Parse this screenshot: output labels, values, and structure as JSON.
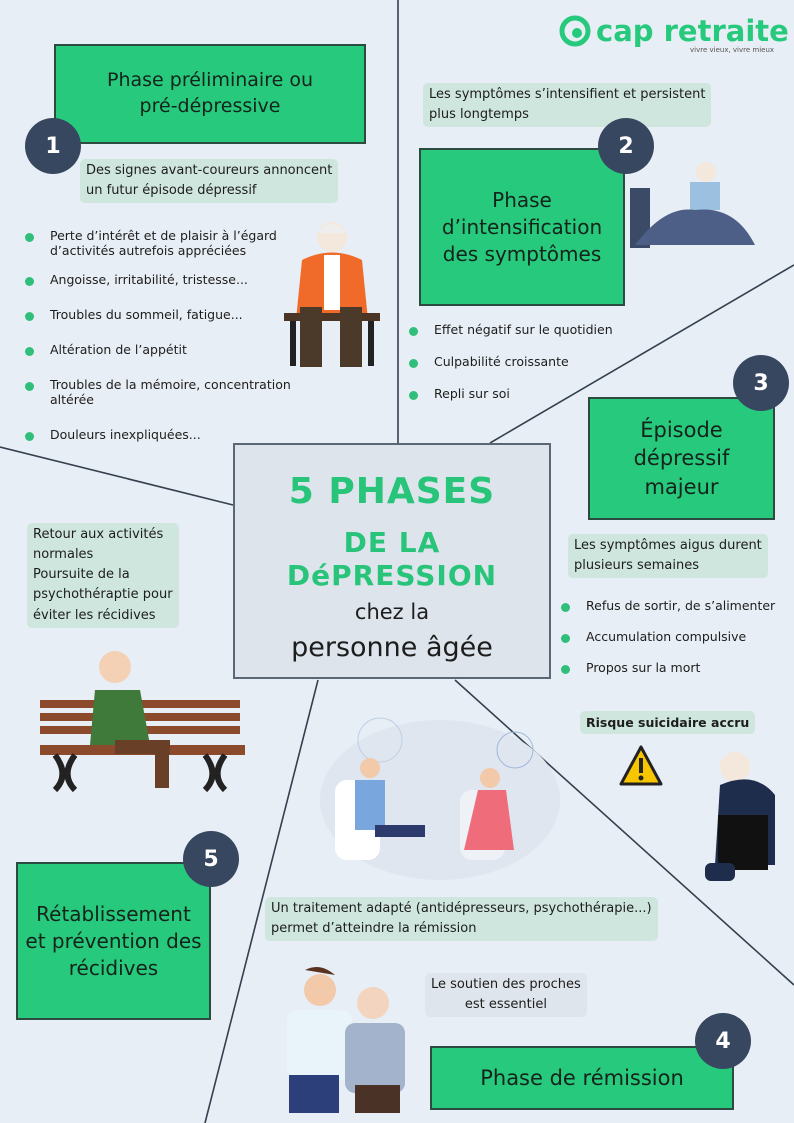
{
  "brand": {
    "name": "cap retraite",
    "tagline": "vivre vieux, vivre mieux",
    "color": "#27c97c"
  },
  "colors": {
    "background": "#e8eef5",
    "phase_box": "#27c97c",
    "number_badge": "#384760",
    "note": "#cfe6df"
  },
  "center": {
    "line1": "5 PHASES",
    "line2": "DE LA DéPRESSION",
    "line3": "chez la",
    "line4": "personne âgée"
  },
  "phase1": {
    "number": "1",
    "title": "Phase préliminaire ou pré-dépressive",
    "note": [
      "Des signes avant-coureurs annoncent",
      "un futur épisode dépressif"
    ],
    "bullets": [
      "Perte d’intérêt et de plaisir à l’égard d’activités autrefois appréciées",
      "Angoisse, irritabilité, tristesse...",
      "Troubles du sommeil, fatigue...",
      "Altération de l’appétit",
      "Troubles de la mémoire, concentration altérée",
      "Douleurs inexpliquées..."
    ]
  },
  "phase2": {
    "number": "2",
    "title": "Phase d’intensification des symptômes",
    "note": [
      "Les symptômes s’intensifient et persistent",
      "plus longtemps"
    ],
    "bullets": [
      "Effet négatif sur le quotidien",
      "Culpabilité croissante",
      "Repli sur soi"
    ]
  },
  "phase3": {
    "number": "3",
    "title": "Épisode dépressif majeur",
    "note": [
      "Les symptômes aigus durent",
      "plusieurs semaines"
    ],
    "bullets": [
      "Refus de sortir, de s’alimenter",
      "Accumulation compulsive",
      "Propos sur la mort"
    ],
    "warning": "Risque suicidaire accru",
    "warning_icon": "warning-triangle-icon"
  },
  "phase4": {
    "number": "4",
    "title": "Phase de rémission",
    "note": [
      "Un traitement adapté (antidépresseurs, psychothérapie...)",
      "permet d’atteindre la rémission"
    ],
    "support": [
      "Le soutien des proches",
      "est essentiel"
    ]
  },
  "phase5": {
    "number": "5",
    "title": "Rétablissement et prévention des récidives",
    "note": [
      "Retour aux activités",
      "normales",
      "Poursuite de la",
      "psychothéraptie pour",
      "éviter les récidives"
    ]
  }
}
